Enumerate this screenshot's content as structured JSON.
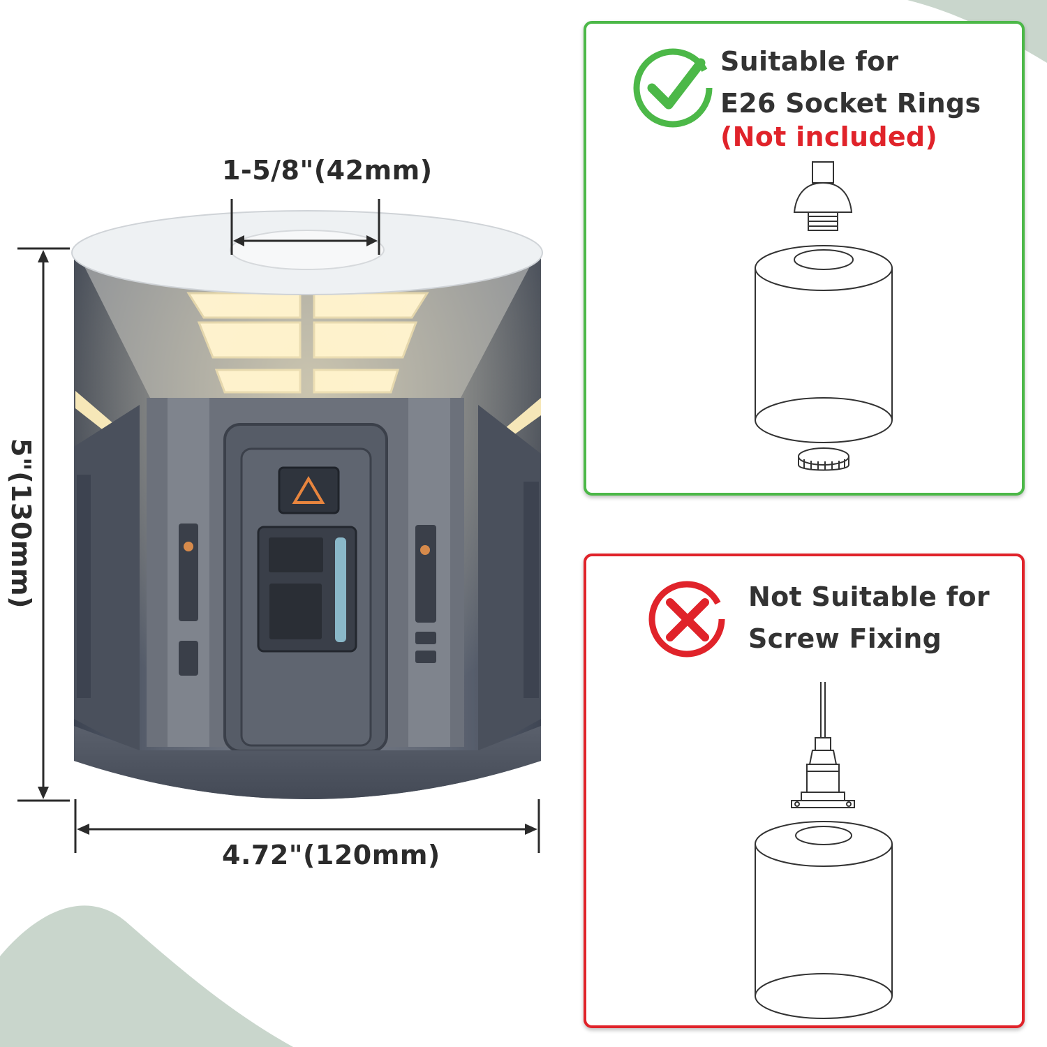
{
  "dimensions": {
    "top_opening": "1-5/8\"(42mm)",
    "height": "5\"(130mm)",
    "width": "4.72\"(120mm)"
  },
  "panel_suitable": {
    "line1": "Suitable for",
    "line2": "E26 Socket Rings",
    "line3": "(Not included)"
  },
  "panel_not_suitable": {
    "line1": "Not Suitable for",
    "line2": "Screw Fixing"
  },
  "colors": {
    "ok_green": "#4cb848",
    "no_red": "#e0232a",
    "text_dark": "#333333",
    "blob": "#c9d6cc"
  }
}
